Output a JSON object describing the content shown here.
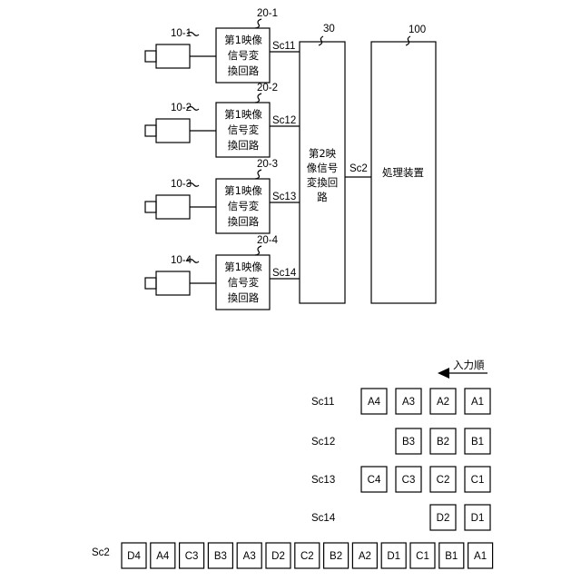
{
  "diagram": {
    "cameras": [
      {
        "id": "10-1"
      },
      {
        "id": "10-2"
      },
      {
        "id": "10-3"
      },
      {
        "id": "10-4"
      }
    ],
    "first_converters": [
      {
        "id": "20-1",
        "line1": "第1映像",
        "line2": "信号変",
        "line3": "換回路",
        "signal": "Sc11"
      },
      {
        "id": "20-2",
        "line1": "第1映像",
        "line2": "信号変",
        "line3": "換回路",
        "signal": "Sc12"
      },
      {
        "id": "20-3",
        "line1": "第1映像",
        "line2": "信号変",
        "line3": "換回路",
        "signal": "Sc13"
      },
      {
        "id": "20-4",
        "line1": "第1映像",
        "line2": "信号変",
        "line3": "換回路",
        "signal": "Sc14"
      }
    ],
    "second_converter": {
      "id": "30",
      "line1": "第2映",
      "line2": "像信号",
      "line3": "変換回",
      "line4": "路",
      "output_signal": "Sc2"
    },
    "processor": {
      "id": "100",
      "label": "処理装置"
    }
  },
  "timing": {
    "input_order_label": "入力順",
    "rows": [
      {
        "label": "Sc11",
        "cells": [
          "A4",
          "A3",
          "A2",
          "A1"
        ]
      },
      {
        "label": "Sc12",
        "cells": [
          "B3",
          "B2",
          "B1"
        ]
      },
      {
        "label": "Sc13",
        "cells": [
          "C4",
          "C3",
          "C2",
          "C1"
        ]
      },
      {
        "label": "Sc14",
        "cells": [
          "D2",
          "D1"
        ]
      }
    ],
    "output_row": {
      "label": "Sc2",
      "cells": [
        "D4",
        "A4",
        "C3",
        "B3",
        "A3",
        "D2",
        "C2",
        "B2",
        "A2",
        "D1",
        "C1",
        "B1",
        "A1"
      ]
    }
  }
}
